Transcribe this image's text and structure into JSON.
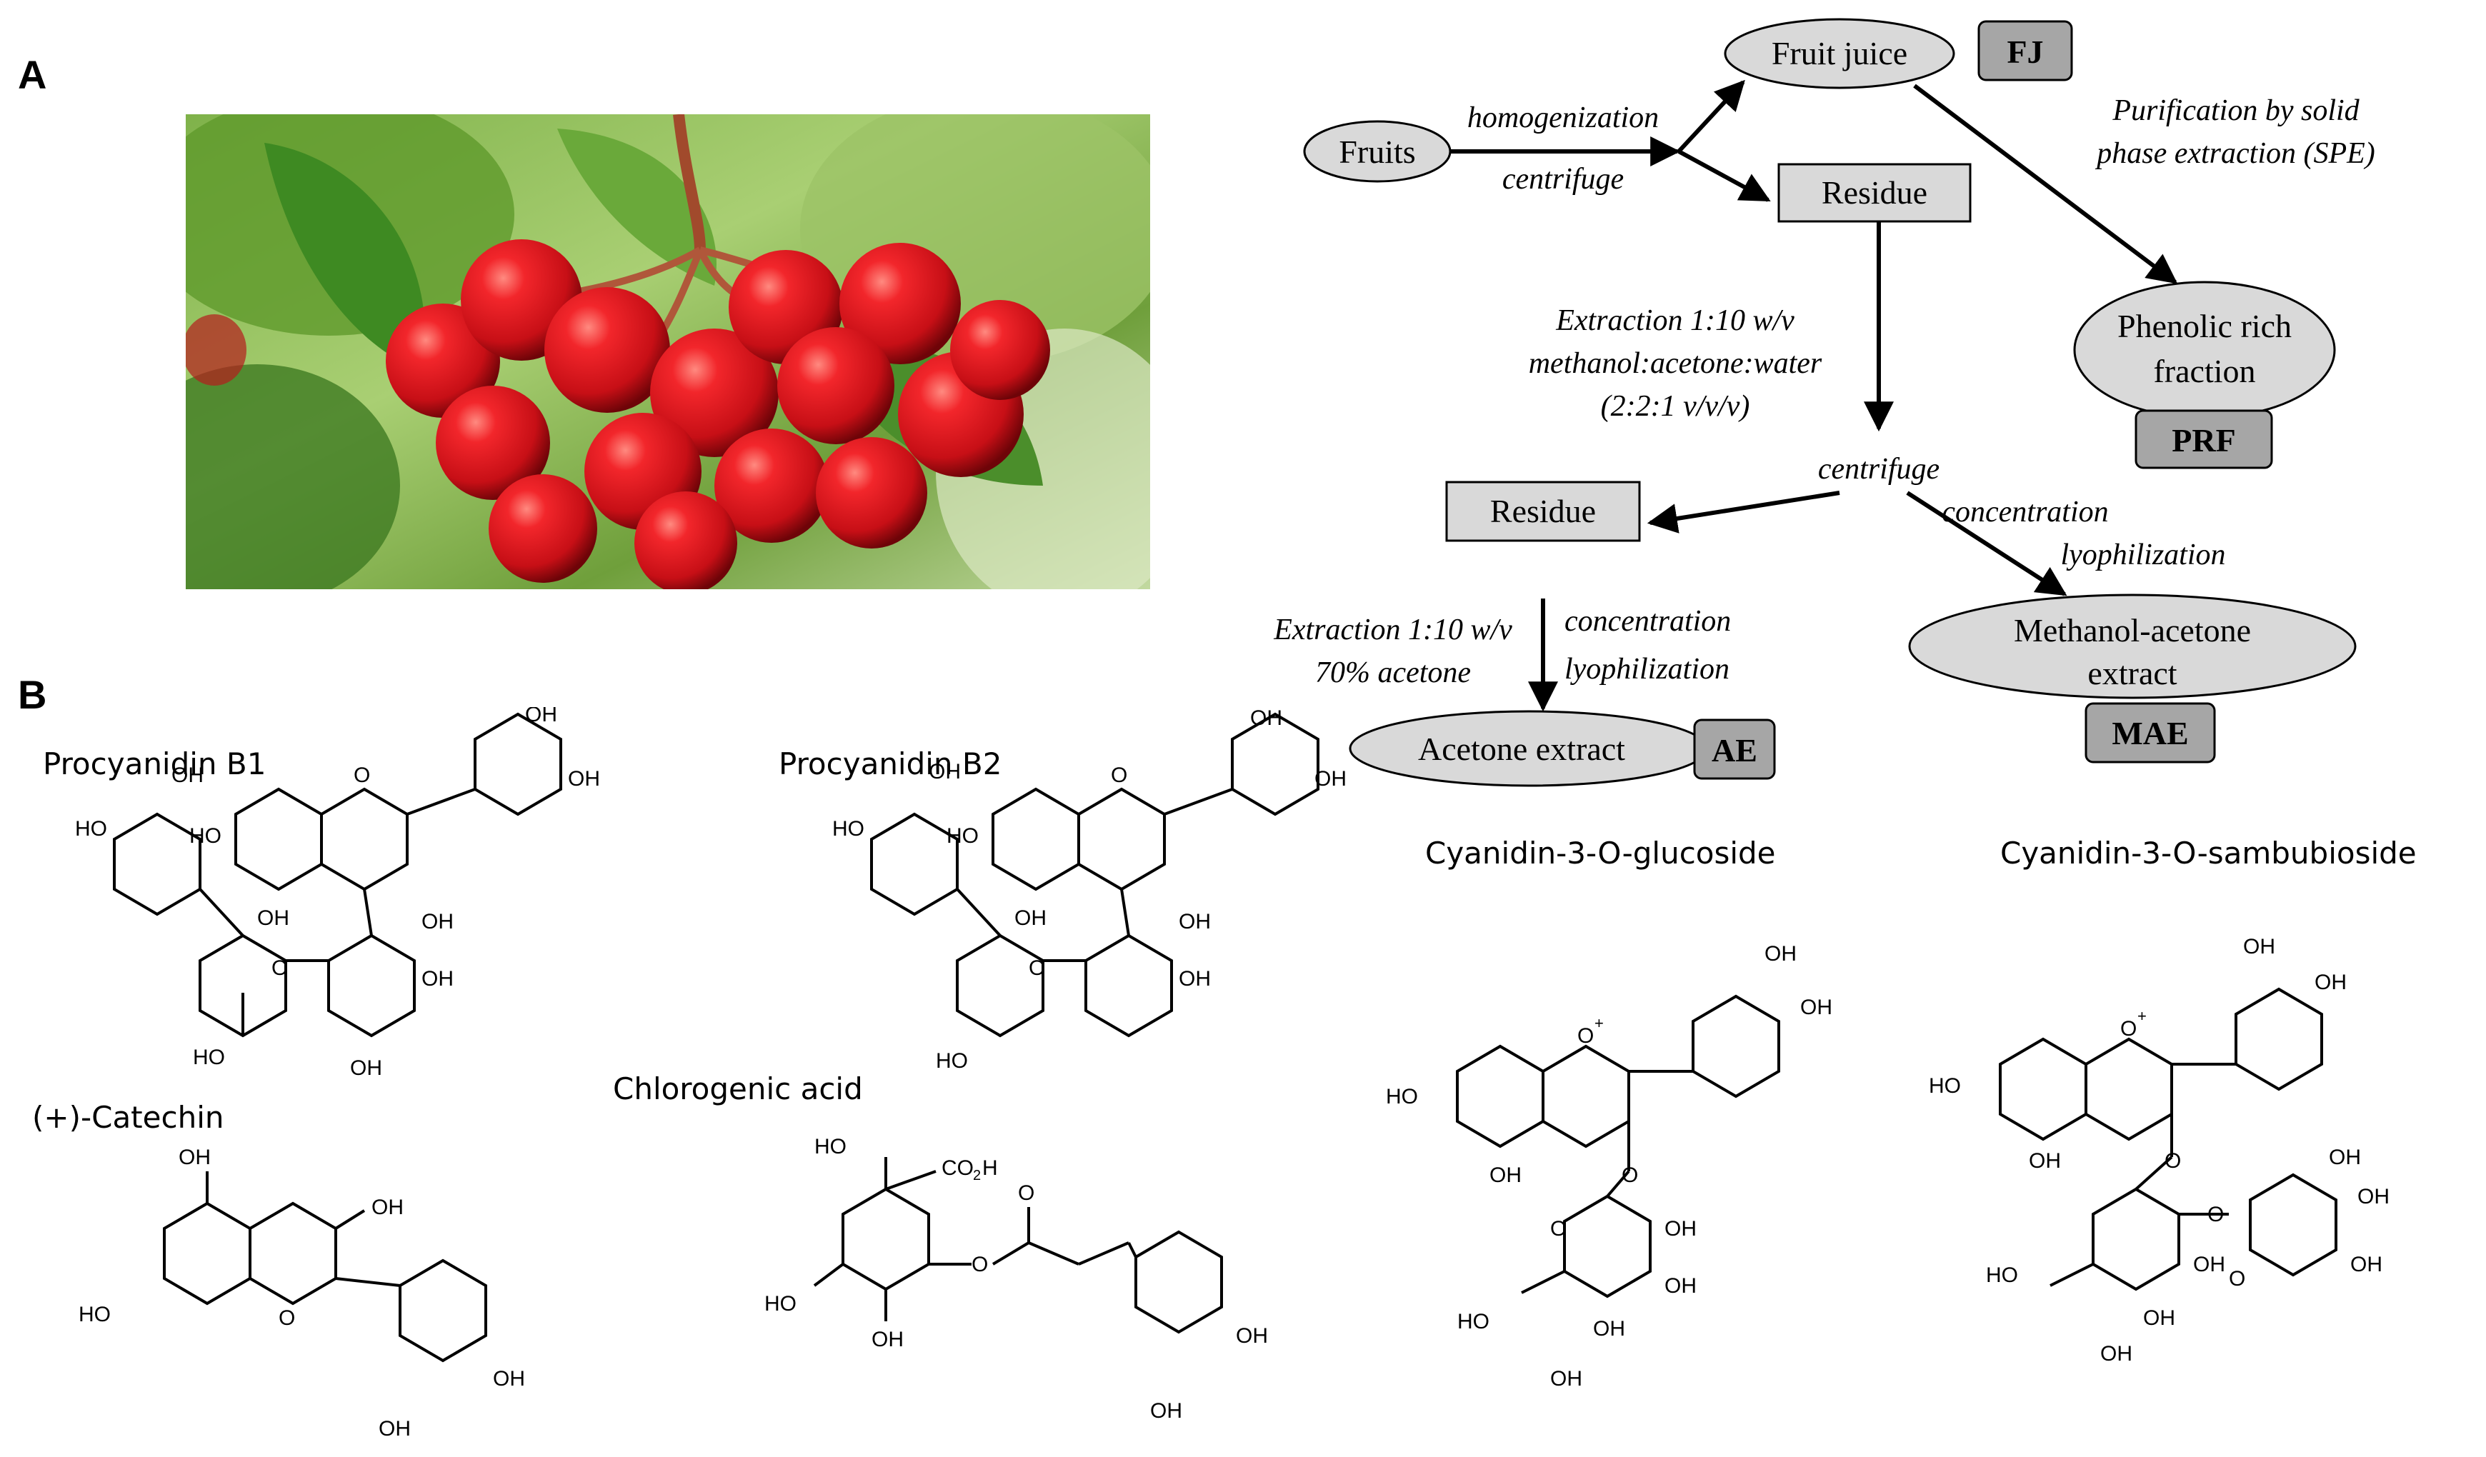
{
  "panels": {
    "a": "A",
    "b": "B"
  },
  "photo": {
    "watermark": ""
  },
  "flowchart": {
    "nodes": {
      "fruits": "Fruits",
      "fruit_juice": "Fruit juice",
      "fj_tag": "FJ",
      "residue_1": "Residue",
      "phenolic_line1": "Phenolic rich",
      "phenolic_line2": "fraction",
      "prf_tag": "PRF",
      "residue_2": "Residue",
      "mae_line1": "Methanol-acetone",
      "mae_line2": "extract",
      "mae_tag": "MAE",
      "acetone_extract": "Acetone extract",
      "ae_tag": "AE"
    },
    "edges": {
      "homogenization": "homogenization",
      "centrifuge_1": "centrifuge",
      "spe_line1": "Purification by solid",
      "spe_line2": "phase extraction (SPE)",
      "extraction_line1": "Extraction 1:10 w/v",
      "extraction_line2": "methanol:acetone:water",
      "extraction_line3": "(2:2:1 v/v/v)",
      "centrifuge_2": "centrifuge",
      "concentration_1": "concentration",
      "lyophilization_1": "lyophilization",
      "extraction2_line1": "Extraction 1:10 w/v",
      "extraction2_line2": "70% acetone",
      "concentration_2": "concentration",
      "lyophilization_2": "lyophilization"
    }
  },
  "molecules": {
    "procyanidin_b1": "Procyanidin B1",
    "procyanidin_b2": "Procyanidin B2",
    "catechin": "(+)-Catechin",
    "chlorogenic_acid": "Chlorogenic acid",
    "cyanidin_glucoside": "Cyanidin-3-O-glucoside",
    "cyanidin_sambubioside": "Cyanidin-3-O-sambubioside"
  },
  "atom_labels": {
    "oh": "OH",
    "ho": "HO",
    "o": "O",
    "co2h": "CO",
    "co2h_sub": "2",
    "co2h_h": "H",
    "plus": "+"
  },
  "colors": {
    "node_fill": "#d9d9d9",
    "tag_fill": "#a6a6a6",
    "berry": "#d9141b",
    "leaf": "#4f9a2a"
  }
}
